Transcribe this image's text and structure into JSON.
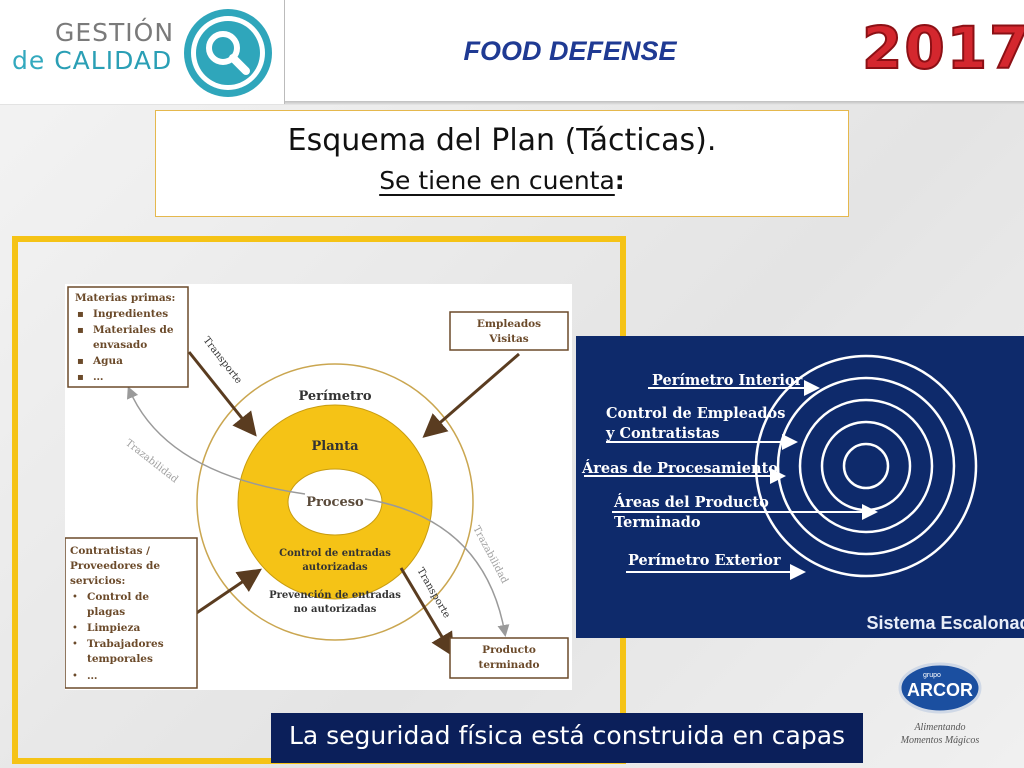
{
  "header": {
    "logo_line1": "GESTIÓN",
    "logo_line2_part1": "de",
    "logo_line2_part2": "CALIDAD",
    "title": "FOOD DEFENSE",
    "year": "2017"
  },
  "title_box": {
    "title": "Esquema del Plan (Tácticas).",
    "subtitle": "Se tiene en cuenta",
    "subtitle_colon": ":"
  },
  "left_diagram": {
    "materias_box": {
      "heading": "Materias primas:",
      "items": [
        "Ingredientes",
        "Materiales de",
        "envasado",
        "Agua",
        "…"
      ]
    },
    "empleados_box": {
      "line1": "Empleados",
      "line2": "Visitas"
    },
    "contratistas_box": {
      "heading1": "Contratistas /",
      "heading2": "Proveedores de",
      "heading3": "servicios:",
      "items": [
        "Control de",
        "plagas",
        "Limpieza",
        "Trabajadores",
        "temporales",
        "…"
      ]
    },
    "producto_box": {
      "line1": "Producto",
      "line2": "terminado"
    },
    "perimetro": "Perímetro",
    "planta": "Planta",
    "proceso": "Proceso",
    "control1": "Control de entradas",
    "control2": "autorizadas",
    "prevencion1": "Prevención de entradas",
    "prevencion2": "no autorizadas",
    "transporte_label": "Transporte",
    "trazabilidad_label": "Trazabilidad"
  },
  "right_diagram": {
    "labels": [
      "Perímetro Interior",
      "Control de Empleados",
      "y Contratistas",
      "Áreas de Procesamiento",
      "Áreas del Producto",
      "Terminado",
      "Perímetro Exterior"
    ],
    "caption": "Sistema Escalonado"
  },
  "arcor": {
    "brand": "ARCOR",
    "grupo": "grupo",
    "tagline1": "Alimentando",
    "tagline2": "Momentos Mágicos"
  },
  "banner": {
    "text": "La seguridad física está construida en capas"
  },
  "colors": {
    "accent_yellow": "#f5c316",
    "navy": "#0e2a6b",
    "brown": "#6b4a2a",
    "year_red": "#d4272e",
    "title_blue": "#1f3a93",
    "teal": "#33a9be"
  }
}
